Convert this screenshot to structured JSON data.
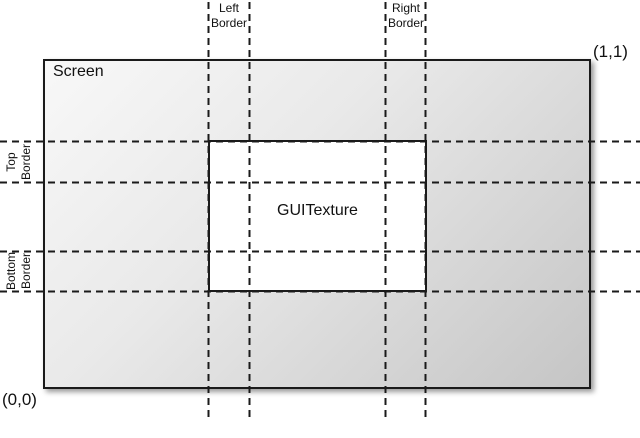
{
  "diagram": {
    "screen": {
      "label": "Screen"
    },
    "texture": {
      "label": "GUITexture"
    },
    "coords": {
      "bottom_left": "(0,0)",
      "top_right": "(1,1)"
    },
    "border_labels": {
      "left": "Left Border",
      "right": "Right Border",
      "top": "Top Border",
      "bottom": "Bottom Border"
    },
    "colors": {
      "line": "#1a1a1a",
      "screen_fill_light": "#f8f8f8",
      "screen_fill_dark": "#c5c5c5",
      "texture_fill": "#ffffff"
    }
  }
}
